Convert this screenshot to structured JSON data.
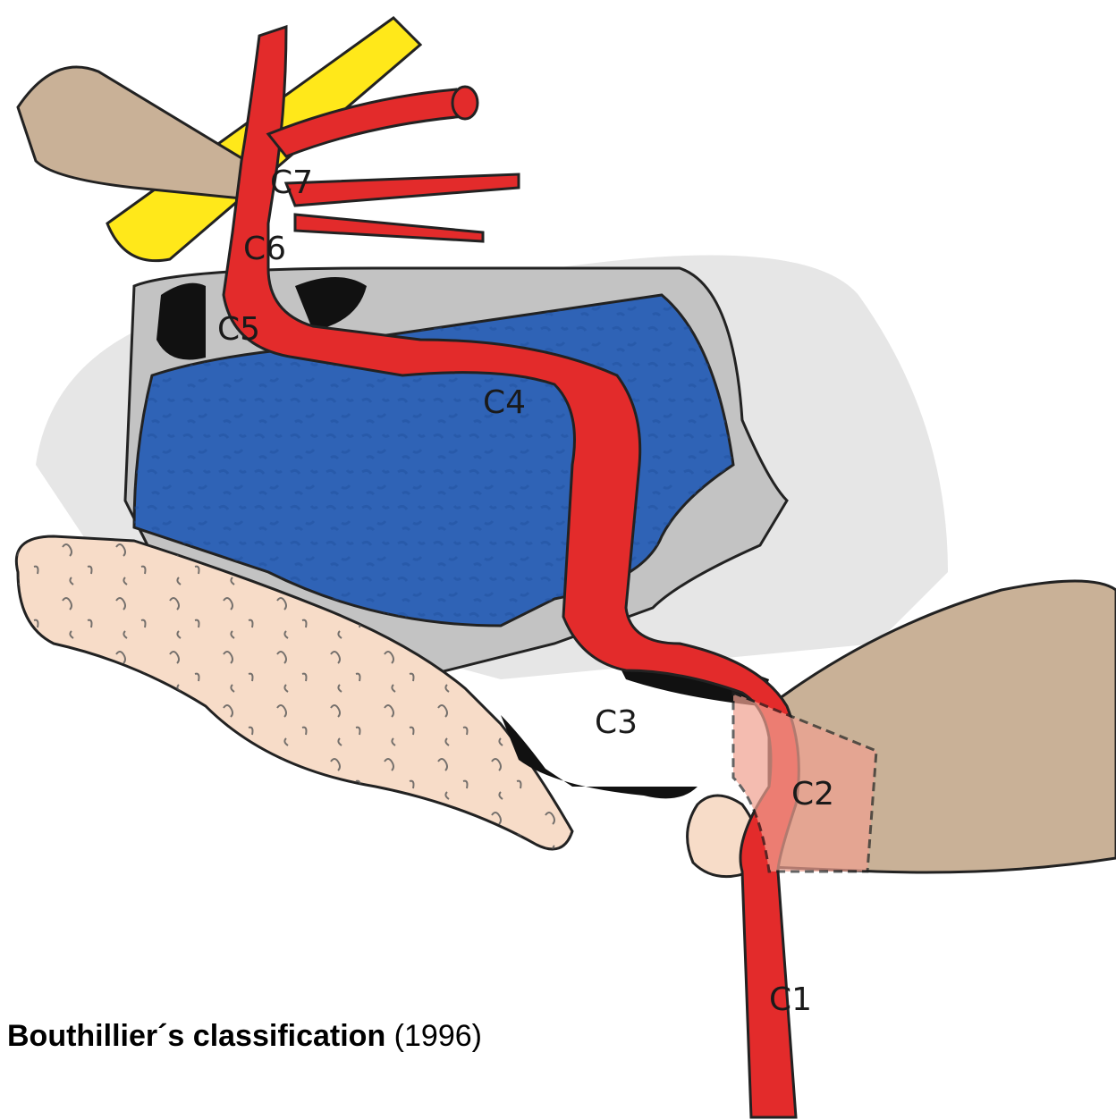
{
  "diagram": {
    "segments": [
      "C1",
      "C2",
      "C3",
      "C4",
      "C5",
      "C6",
      "C7"
    ]
  },
  "caption": {
    "title": "Bouthillier´s classification",
    "year": "(1996)"
  },
  "colors": {
    "artery": "#e32b2b",
    "sinus": "#2f63b6",
    "bone": "#f7dcc8",
    "tissue": "#c9b197",
    "nerve": "#ffe81a",
    "dura": "#c3c3c3",
    "background_shadow": "#e6e6e6"
  }
}
